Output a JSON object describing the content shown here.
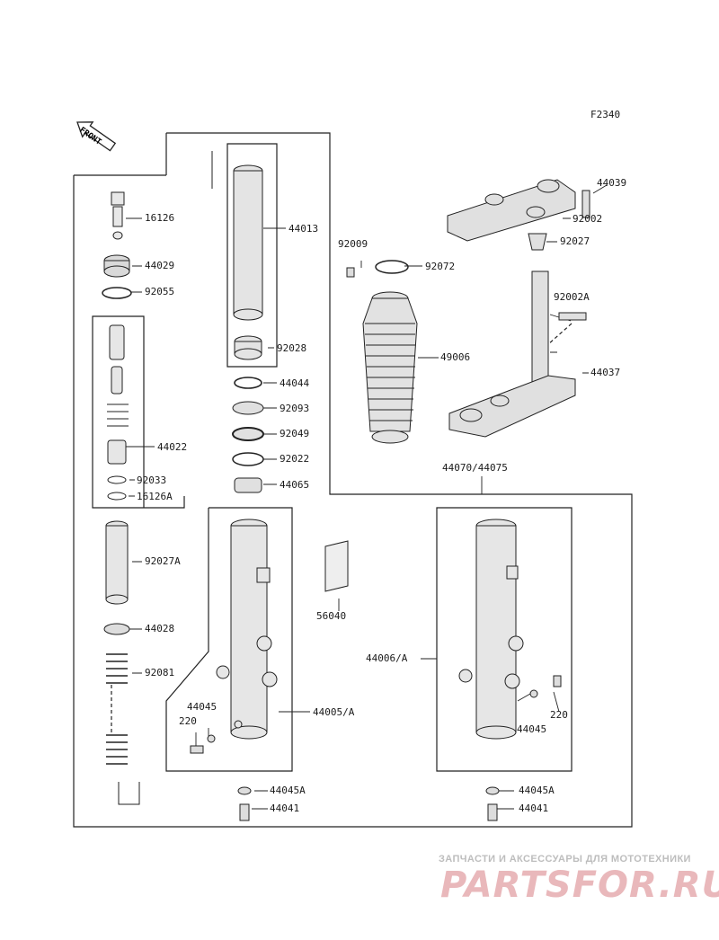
{
  "figure_code": "F2340",
  "front_marker": "FRONT",
  "watermark": {
    "caption": "ЗАПЧАСТИ И АКСЕССУАРЫ ДЛЯ МОТОТЕХНИКИ",
    "logo": "PARTSFOR.RU"
  },
  "labels": {
    "l16126": "16126",
    "l44029": "44029",
    "l92055": "92055",
    "l44022": "44022",
    "l92033": "92033",
    "l16126A": "16126A",
    "l92027A": "92027A",
    "l44028": "44028",
    "l92081": "92081",
    "l44013": "44013",
    "l92028": "92028",
    "l44044": "44044",
    "l92093": "92093",
    "l92049": "92049",
    "l92022": "92022",
    "l44065": "44065",
    "l56040": "56040",
    "l44005A": "44005/A",
    "l44045_left": "44045",
    "l220_left": "220",
    "l44045A_left": "44045A",
    "l44041_left": "44041",
    "l92009": "92009",
    "l92072": "92072",
    "l49006": "49006",
    "l44039": "44039",
    "l92002": "92002",
    "l92027": "92027",
    "l92002A": "92002A",
    "l44037": "44037",
    "l44070": "44070/44075",
    "l44006A": "44006/A",
    "l44045_right": "44045",
    "l220_right": "220",
    "l44045A_right": "44045A",
    "l44041_right": "44041"
  }
}
